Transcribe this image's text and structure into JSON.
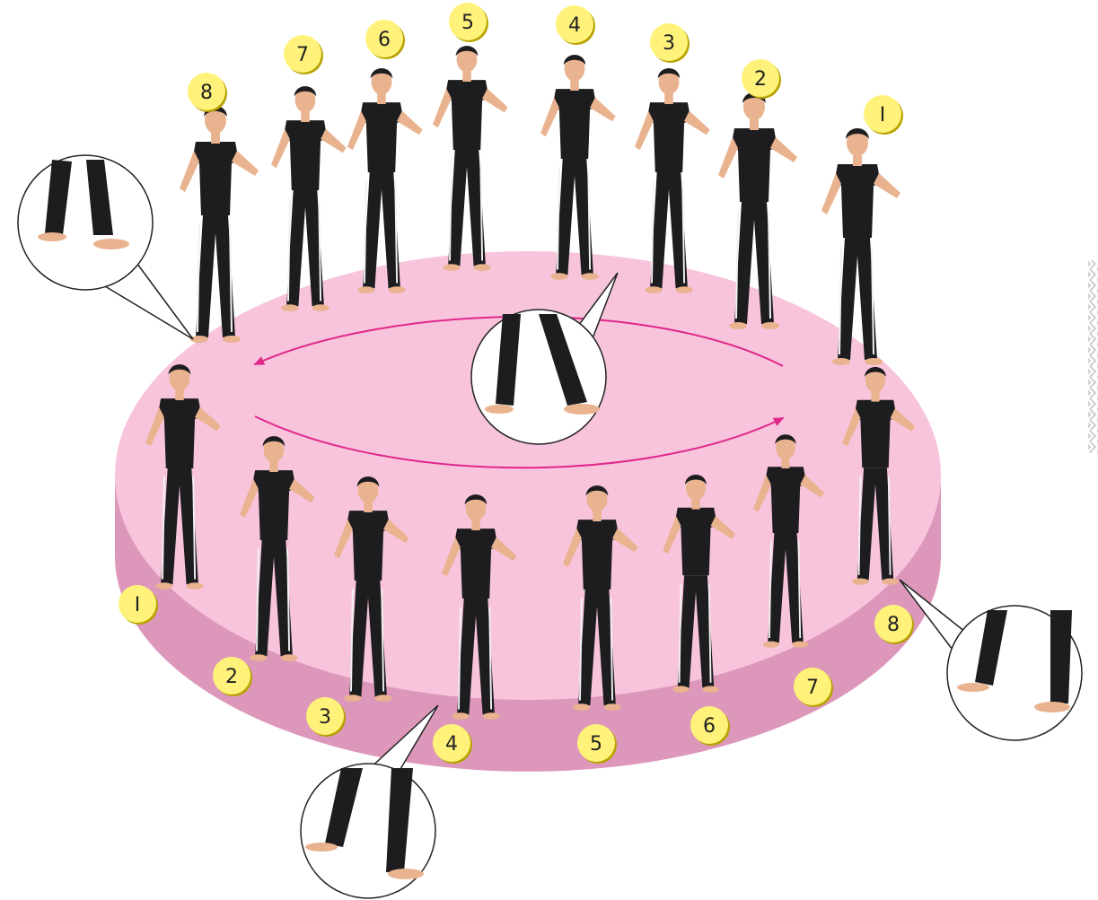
{
  "colors": {
    "disc_top": "#f7c4dc",
    "disc_side": "#dd97bb",
    "arrow": "#e0278a",
    "badge": "#fff27a",
    "badge_shadow": "#b6a100",
    "figure": "#1d1d1f",
    "skin": "#e9b38f",
    "stripe": "#f2f2f2"
  },
  "upper_ring": {
    "labels": [
      "I",
      "2",
      "3",
      "4",
      "5",
      "6",
      "7",
      "8"
    ]
  },
  "lower_ring": {
    "labels": [
      "I",
      "2",
      "3",
      "4",
      "5",
      "6",
      "7",
      "8"
    ]
  },
  "arrows": {
    "back_direction": "right-to-left",
    "front_direction": "left-to-right"
  },
  "callouts": {
    "count": 4,
    "subject": "bare-feet-step-detail"
  },
  "side_decoration": "zigzag-strip"
}
